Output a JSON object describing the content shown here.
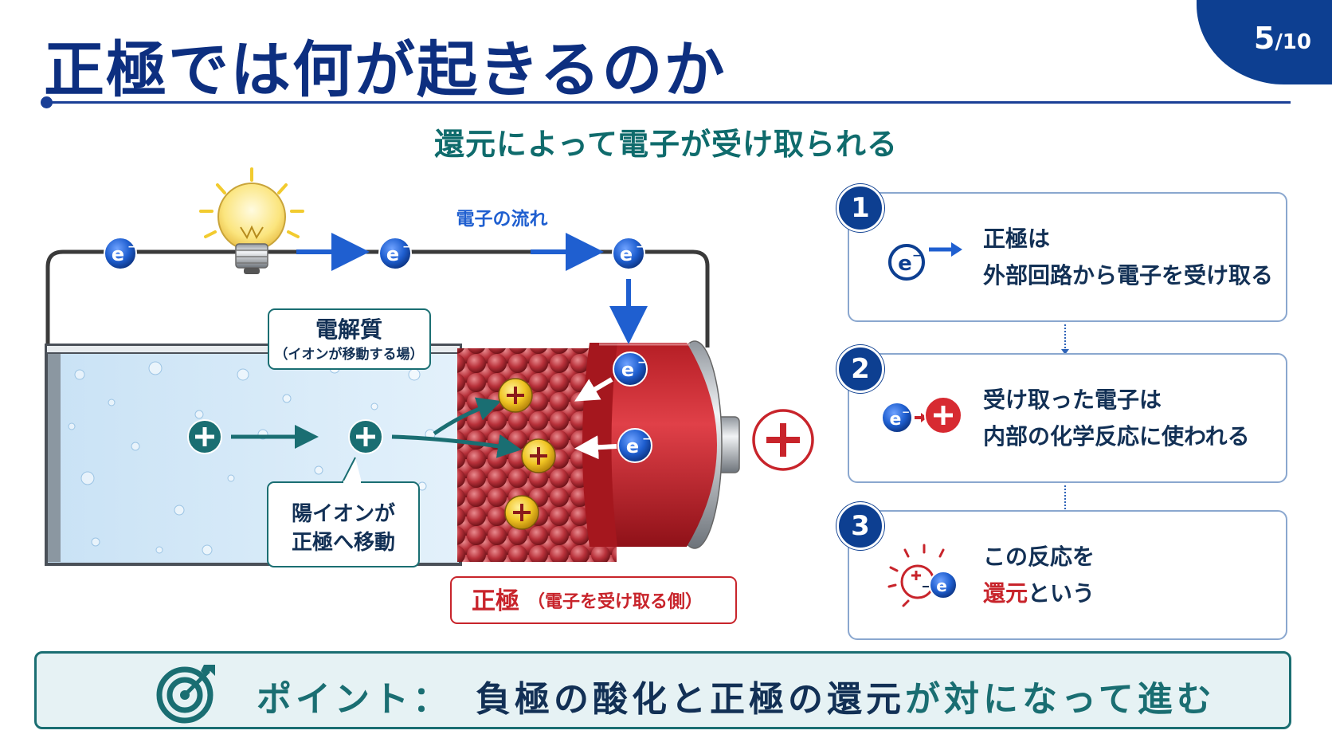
{
  "page": {
    "current": "5",
    "total": "/10"
  },
  "title": "正極では何が起きるのか",
  "subtitle": "還元によって電子が受け取られる",
  "diagram": {
    "electron_symbol": "e",
    "electron_flow_label": "電子の流れ",
    "electrolyte_label": "電解質",
    "electrolyte_sublabel": "（イオンが移動する場）",
    "cation_label_line1": "陽イオンが",
    "cation_label_line2": "正極へ移動",
    "cathode_label": "正極",
    "cathode_sublabel": "（電子を受け取る側）",
    "plus_symbol": "+"
  },
  "steps": [
    {
      "num": "1",
      "line1": "正極は",
      "line2": "外部回路から電子を受け取る",
      "icon": "electron-arrow-icon"
    },
    {
      "num": "2",
      "line1": "受け取った電子は",
      "line2": "内部の化学反応に使われる",
      "icon": "electron-to-ion-icon"
    },
    {
      "num": "3",
      "line1": "この反応を",
      "line2_red": "還元",
      "line2_rest": "という",
      "icon": "reaction-icon"
    }
  ],
  "point": {
    "label": "ポイント：",
    "t1": "負極の酸化と",
    "t2": "正極の還元",
    "t3": "が対になって進む",
    "icon": "target-icon"
  },
  "colors": {
    "navy": "#0d3f91",
    "teal": "#1a6e72",
    "red": "#c8242b",
    "electron": "#1f5fd0",
    "ion": "#e3b51c"
  }
}
